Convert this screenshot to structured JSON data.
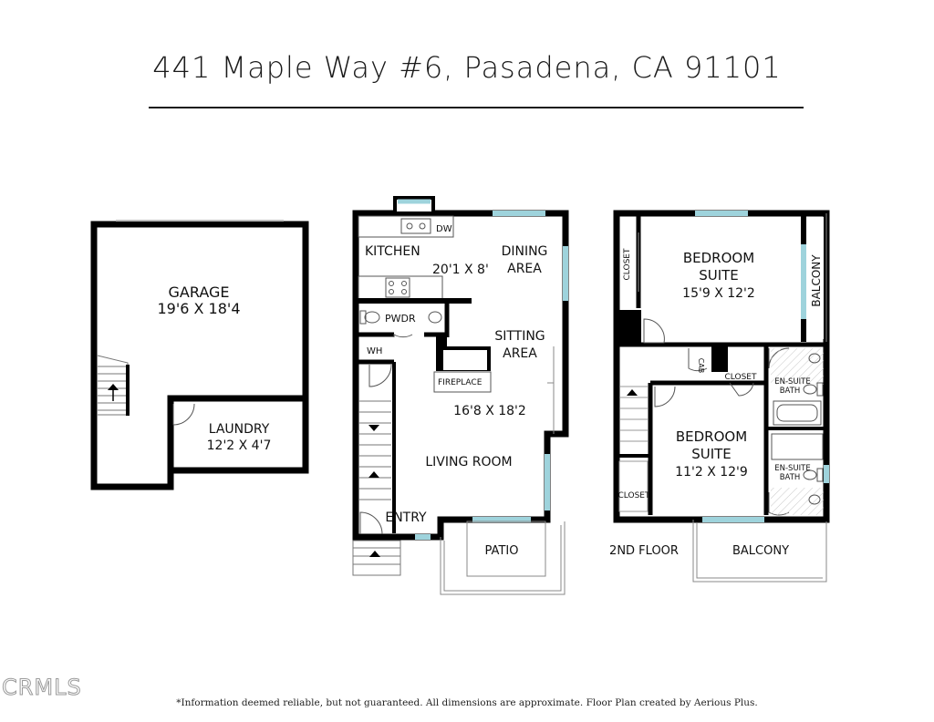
{
  "header": {
    "address": "441 Maple Way #6, Pasadena, CA 91101"
  },
  "footer": {
    "disclaimer": "*Information deemed reliable, but not guaranteed. All dimensions are approximate. Floor Plan created by Aerious Plus."
  },
  "watermark": "CRMLS",
  "colors": {
    "wall": "#000000",
    "window": "#9ed3dc",
    "fixture": "#555555",
    "hatch": "#bbbbbb"
  },
  "garage_level": {
    "garage": {
      "name": "GARAGE",
      "dims": "19'6 X 18'4"
    },
    "laundry": {
      "name": "LAUNDRY",
      "dims": "12'2 X 4'7"
    }
  },
  "first_floor": {
    "dw": "DW",
    "kitchen": "KITCHEN",
    "kitchen_dining_dims": "20'1 X 8'",
    "dining_1": "DINING",
    "dining_2": "AREA",
    "pwdr": "PWDR",
    "wh": "WH",
    "sitting_1": "SITTING",
    "sitting_2": "AREA",
    "fireplace": "FIREPLACE",
    "living_dims": "16'8 X 18'2",
    "living": "LIVING ROOM",
    "entry": "ENTRY",
    "patio": "PATIO"
  },
  "second_floor": {
    "label": "2ND FLOOR",
    "closet_vertical": "CLOSET",
    "bedroom1_1": "BEDROOM",
    "bedroom1_2": "SUITE",
    "bedroom1_dims": "15'9 X 12'2",
    "balcony_side": "BALCONY",
    "cab": "CAB",
    "closet_mid": "CLOSET",
    "ensuite1_1": "EN-SUITE",
    "ensuite1_2": "BATH",
    "bedroom2_1": "BEDROOM",
    "bedroom2_2": "SUITE",
    "bedroom2_dims": "11'2 X 12'9",
    "ensuite2_1": "EN-SUITE",
    "ensuite2_2": "BATH",
    "closet_left": "CLOSET",
    "balcony_bottom": "BALCONY"
  }
}
